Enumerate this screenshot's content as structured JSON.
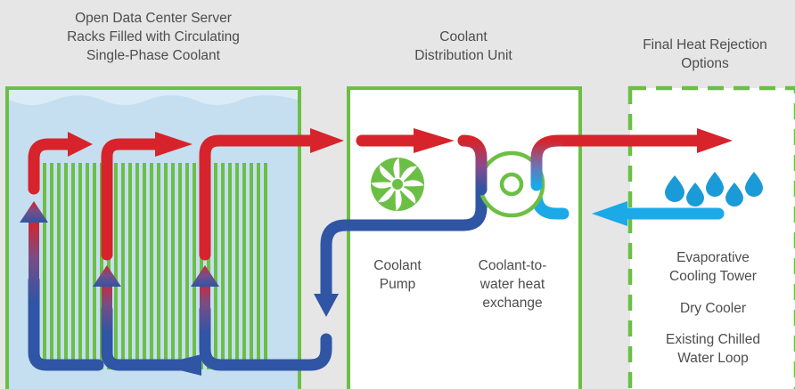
{
  "headings": {
    "racks": [
      "Open Data Center Server",
      "Racks Filled with Circulating",
      "Single-Phase Coolant"
    ],
    "cdu": [
      "Coolant",
      "Distribution Unit"
    ],
    "rejection": [
      "Final Heat Rejection",
      "Options"
    ]
  },
  "labels": {
    "pump": [
      "Coolant",
      "Pump"
    ],
    "exchanger": [
      "Coolant-to-",
      "water heat",
      "exchange"
    ],
    "options": {
      "evaporative": [
        "Evaporative",
        "Cooling Tower"
      ],
      "dry": [
        "Dry Cooler"
      ],
      "chilled": [
        "Existing Chilled",
        "Water Loop"
      ]
    }
  },
  "colors": {
    "background": "#e6e6e7",
    "green": "#6cbf45",
    "hot": "#d7232b",
    "cool": "#2f55a4",
    "cold": "#1ba9e8",
    "coolant_fill": "#c5dff0",
    "drop": "#1b9ad8"
  },
  "icons": {
    "pump": "fan-icon",
    "exchanger": "heat-exchanger-icon",
    "tower": "water-drops-icon"
  }
}
